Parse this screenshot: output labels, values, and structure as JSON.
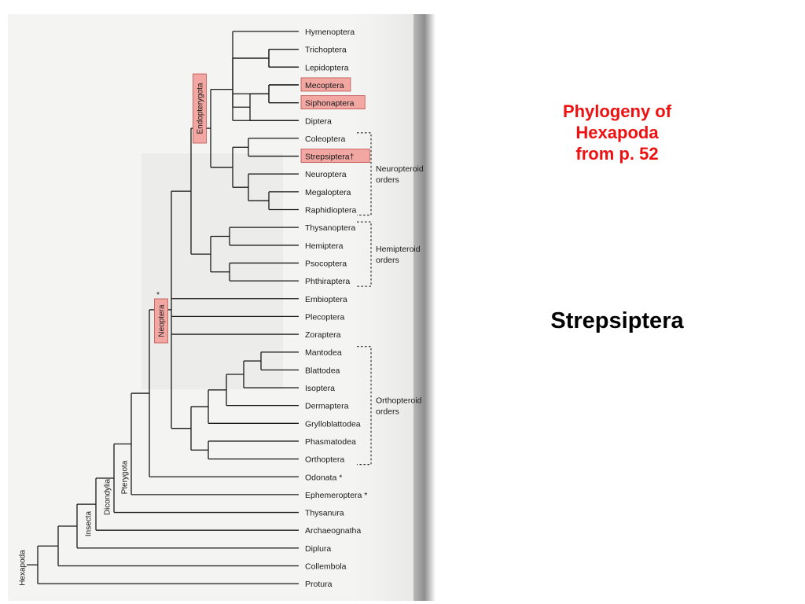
{
  "slide": {
    "title_lines": [
      "Phylogeny of",
      "Hexapoda",
      "from p. 52"
    ],
    "subject": "Strepsiptera"
  },
  "tree": {
    "taxa": [
      {
        "label": "Hymenoptera",
        "highlighted": false
      },
      {
        "label": "Trichoptera",
        "highlighted": false
      },
      {
        "label": "Lepidoptera",
        "highlighted": false
      },
      {
        "label": "Mecoptera",
        "highlighted": true
      },
      {
        "label": "Siphonaptera",
        "highlighted": true
      },
      {
        "label": "Diptera",
        "highlighted": false
      },
      {
        "label": "Coleoptera",
        "highlighted": false
      },
      {
        "label": "Strepsiptera†",
        "highlighted": true
      },
      {
        "label": "Neuroptera",
        "highlighted": false
      },
      {
        "label": "Megaloptera",
        "highlighted": false
      },
      {
        "label": "Raphidioptera",
        "highlighted": false
      },
      {
        "label": "Thysanoptera",
        "highlighted": false
      },
      {
        "label": "Hemiptera",
        "highlighted": false
      },
      {
        "label": "Psocoptera",
        "highlighted": false
      },
      {
        "label": "Phthiraptera",
        "highlighted": false
      },
      {
        "label": "Embioptera",
        "highlighted": false
      },
      {
        "label": "Plecoptera",
        "highlighted": false
      },
      {
        "label": "Zoraptera",
        "highlighted": false
      },
      {
        "label": "Mantodea",
        "highlighted": false
      },
      {
        "label": "Blattodea",
        "highlighted": false
      },
      {
        "label": "Isoptera",
        "highlighted": false
      },
      {
        "label": "Dermaptera",
        "highlighted": false
      },
      {
        "label": "Grylloblattodea",
        "highlighted": false
      },
      {
        "label": "Phasmatodea",
        "highlighted": false
      },
      {
        "label": "Orthoptera",
        "highlighted": false
      },
      {
        "label": "Odonata *",
        "highlighted": false
      },
      {
        "label": "Ephemeroptera *",
        "highlighted": false
      },
      {
        "label": "Thysanura",
        "highlighted": false
      },
      {
        "label": "Archaeognatha",
        "highlighted": false
      },
      {
        "label": "Diplura",
        "highlighted": false
      },
      {
        "label": "Collembola",
        "highlighted": false
      },
      {
        "label": "Protura",
        "highlighted": false
      }
    ],
    "clades": [
      {
        "label": "Endopterygota",
        "highlighted": true
      },
      {
        "label": "Neoptera",
        "highlighted": true,
        "mark": "*"
      },
      {
        "label": "Pterygota",
        "highlighted": false
      },
      {
        "label": "Dicondylia",
        "highlighted": false
      },
      {
        "label": "Insecta",
        "highlighted": false
      },
      {
        "label": "Hexapoda",
        "highlighted": false
      }
    ],
    "groups": [
      {
        "line1": "Neuropteroid",
        "line2": "orders"
      },
      {
        "line1": "Hemipteroid",
        "line2": "orders"
      },
      {
        "line1": "Orthopteroid",
        "line2": "orders"
      }
    ]
  },
  "colors": {
    "title": "#ee1111",
    "highlight_fill": "#f2a7a2",
    "highlight_stroke": "#c0504d",
    "page_edge": "#9a9a9a"
  }
}
